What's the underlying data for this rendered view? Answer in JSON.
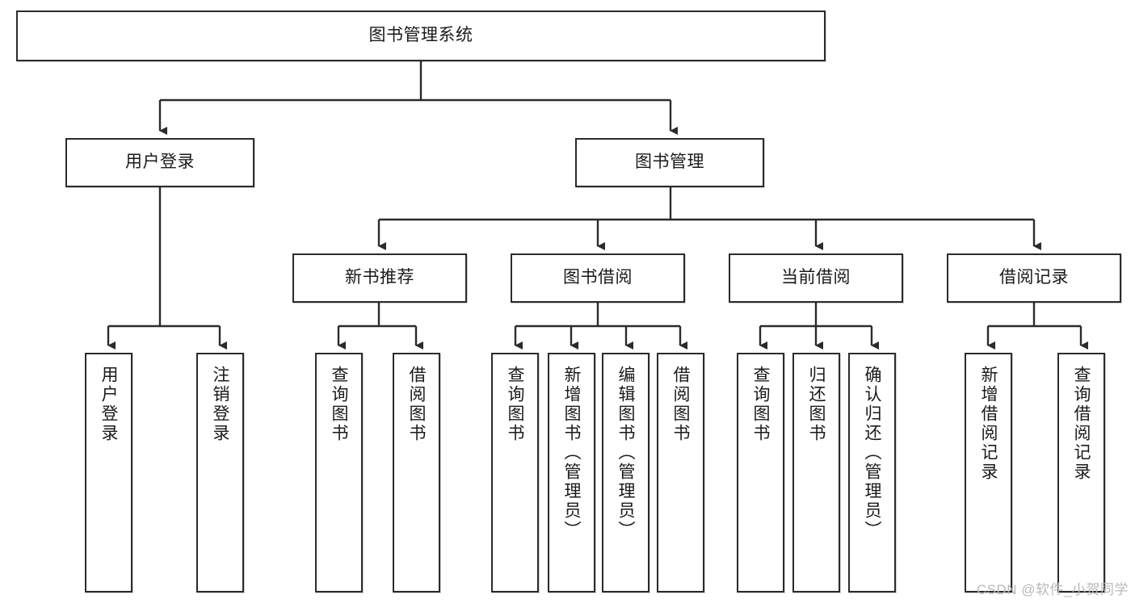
{
  "diagram": {
    "type": "tree-hierarchy-chart",
    "title": "图书管理系统",
    "orientation": "top-down",
    "line_color": "#2b2b2b",
    "box_border_color": "#2b2b2b",
    "box_fill_color": "#ffffff",
    "text_color": "#1a1a1a"
  },
  "nodes": {
    "root": {
      "label": "图书管理系统"
    },
    "level2": [
      {
        "label": "用户登录"
      },
      {
        "label": "图书管理"
      }
    ],
    "level3": [
      {
        "label": "新书推荐"
      },
      {
        "label": "图书借阅"
      },
      {
        "label": "当前借阅"
      },
      {
        "label": "借阅记录"
      }
    ],
    "leaves": {
      "user_login": [
        {
          "label": "用户登录"
        },
        {
          "label": "注销登录"
        }
      ],
      "new_book": [
        {
          "label": "查询图书"
        },
        {
          "label": "借阅图书"
        }
      ],
      "book_borrow": [
        {
          "label": "查询图书"
        },
        {
          "label": "新增图书（管理员）"
        },
        {
          "label": "编辑图书（管理员）"
        },
        {
          "label": "借阅图书"
        }
      ],
      "current_borrow": [
        {
          "label": "查询图书"
        },
        {
          "label": "归还图书"
        },
        {
          "label": "确认归还（管理员）"
        }
      ],
      "borrow_record": [
        {
          "label": "新增借阅记录"
        },
        {
          "label": "查询借阅记录"
        }
      ]
    }
  },
  "watermark": {
    "text": "CSDN @软件_小贺同学"
  }
}
